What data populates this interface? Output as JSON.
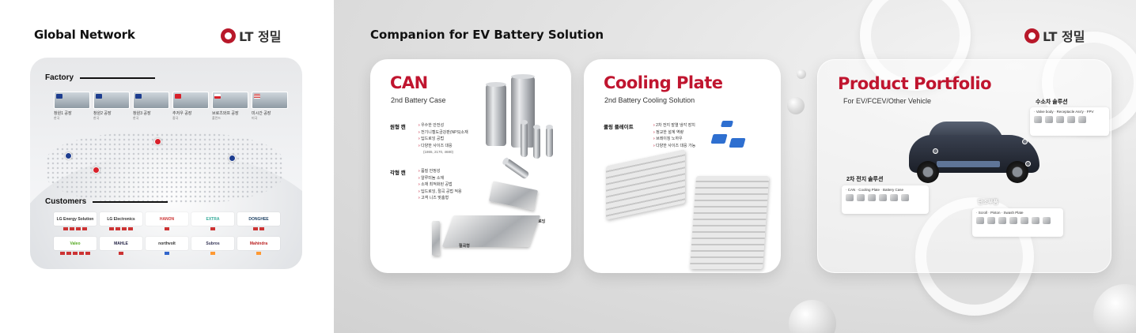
{
  "brand": {
    "logo_text": "LT 정밀",
    "accent": "#c0152f"
  },
  "global_network": {
    "title": "Global Network",
    "factory_label": "Factory",
    "customers_label": "Customers",
    "factories": [
      {
        "name": "창원1 공장",
        "sub": "한국",
        "flag": "#1d3d8f"
      },
      {
        "name": "창원2 공장",
        "sub": "한국",
        "flag": "#1d3d8f"
      },
      {
        "name": "창원3 공장",
        "sub": "한국",
        "flag": "#1d3d8f"
      },
      {
        "name": "추저우 공장",
        "sub": "중국",
        "flag": "#d8202a"
      },
      {
        "name": "브로츠와프 공장",
        "sub": "폴란드",
        "flag": "#d8202a"
      },
      {
        "name": "미시간 공장",
        "sub": "미국",
        "flag": "#1d3d8f"
      }
    ],
    "customers": [
      "LG Energy Solution",
      "LG Electronics",
      "HANON",
      "EXTRA",
      "DONGHEE",
      "Valeo",
      "MAHLE",
      "northvolt",
      "Subros",
      "Mahindra"
    ]
  },
  "companion": {
    "title": "Companion for EV Battery Solution",
    "can": {
      "title": "CAN",
      "subtitle": "2nd Battery Case",
      "round": {
        "heading": "원형 캔",
        "items": [
          "우수한 안전성",
          "전기니켈도금강판(NPS)소재",
          "딥드로잉 공법",
          "다양한 사이즈 대응"
        ],
        "note": "(1865, 2170, 4680)"
      },
      "prism": {
        "heading": "각형 캔",
        "items": [
          "품질 안정성",
          "알루미늄 소재",
          "소재 최적화된 공법",
          "딥드로잉, 절곡 공법 적용",
          "고객 니즈 맞춤형"
        ]
      },
      "label_deep": "딥드로잉",
      "label_bend": "절곡형"
    },
    "cooling": {
      "title": "Cooling Plate",
      "subtitle": "2nd Battery Cooling Solution",
      "heading": "쿨링 플레이트",
      "items": [
        "2차 전지 발열 냉각 장치",
        "정교한 설계 역량",
        "브레이징 노하우",
        "다양한 사이즈 대응 가능"
      ]
    },
    "portfolio": {
      "title": "Product Portfolio",
      "subtitle": "For EV/FCEV/Other Vehicle",
      "hydrogen": {
        "label": "수소차 솔루션",
        "items": "· Valve body · Receptacle Ass'y · FPV"
      },
      "battery": {
        "label": "2차 전지 솔루션",
        "items": "· CAN · Cooling Plate · Battery Case"
      },
      "forging": {
        "label": "단조부품",
        "items": "· Scroll · Piston · Swash Plate"
      }
    }
  }
}
